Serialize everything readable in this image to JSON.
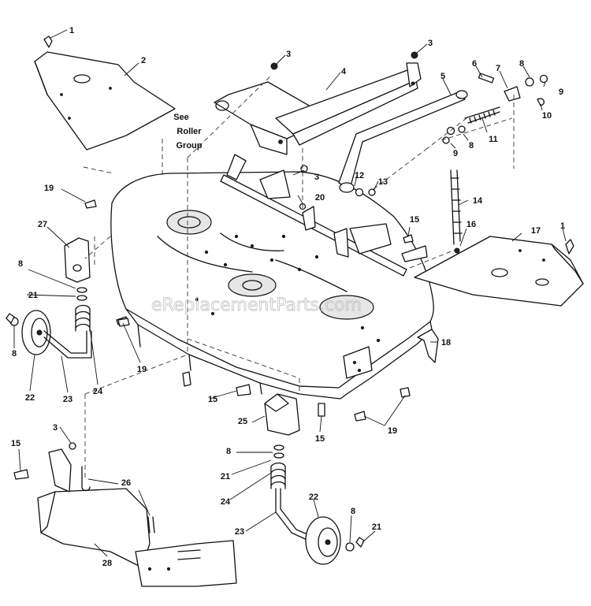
{
  "diagram": {
    "note_lines": [
      "See",
      "Roller",
      "Group"
    ],
    "watermark": "eReplacementParts.com",
    "callouts": [
      {
        "id": "c1a",
        "text": "1"
      },
      {
        "id": "c2",
        "text": "2"
      },
      {
        "id": "c3a",
        "text": "3"
      },
      {
        "id": "c3b",
        "text": "3"
      },
      {
        "id": "c4",
        "text": "4"
      },
      {
        "id": "c5",
        "text": "5"
      },
      {
        "id": "c6",
        "text": "6"
      },
      {
        "id": "c7",
        "text": "7"
      },
      {
        "id": "c8a",
        "text": "8"
      },
      {
        "id": "c9a",
        "text": "9"
      },
      {
        "id": "c10",
        "text": "10"
      },
      {
        "id": "c9b",
        "text": "9"
      },
      {
        "id": "c8b",
        "text": "8"
      },
      {
        "id": "c11",
        "text": "11"
      },
      {
        "id": "c3c",
        "text": "3"
      },
      {
        "id": "c12",
        "text": "12"
      },
      {
        "id": "c13",
        "text": "13"
      },
      {
        "id": "c20",
        "text": "20"
      },
      {
        "id": "c14",
        "text": "14"
      },
      {
        "id": "c19a",
        "text": "19"
      },
      {
        "id": "c15a",
        "text": "15"
      },
      {
        "id": "c16",
        "text": "16"
      },
      {
        "id": "c17",
        "text": "17"
      },
      {
        "id": "c1b",
        "text": "1"
      },
      {
        "id": "c27",
        "text": "27"
      },
      {
        "id": "c8c",
        "text": "8"
      },
      {
        "id": "c21a",
        "text": "21"
      },
      {
        "id": "c18",
        "text": "18"
      },
      {
        "id": "c8d",
        "text": "8"
      },
      {
        "id": "c19b",
        "text": "19"
      },
      {
        "id": "c22a",
        "text": "22"
      },
      {
        "id": "c23a",
        "text": "23"
      },
      {
        "id": "c24a",
        "text": "24"
      },
      {
        "id": "c15b",
        "text": "15"
      },
      {
        "id": "c25",
        "text": "25"
      },
      {
        "id": "c19c",
        "text": "19"
      },
      {
        "id": "c15c",
        "text": "15"
      },
      {
        "id": "c3d",
        "text": "3"
      },
      {
        "id": "c15d",
        "text": "15"
      },
      {
        "id": "c8e",
        "text": "8"
      },
      {
        "id": "c21b",
        "text": "21"
      },
      {
        "id": "c26",
        "text": "26"
      },
      {
        "id": "c24b",
        "text": "24"
      },
      {
        "id": "c22b",
        "text": "22"
      },
      {
        "id": "c8f",
        "text": "8"
      },
      {
        "id": "c23b",
        "text": "23"
      },
      {
        "id": "c21c",
        "text": "21"
      },
      {
        "id": "c28",
        "text": "28"
      }
    ]
  }
}
